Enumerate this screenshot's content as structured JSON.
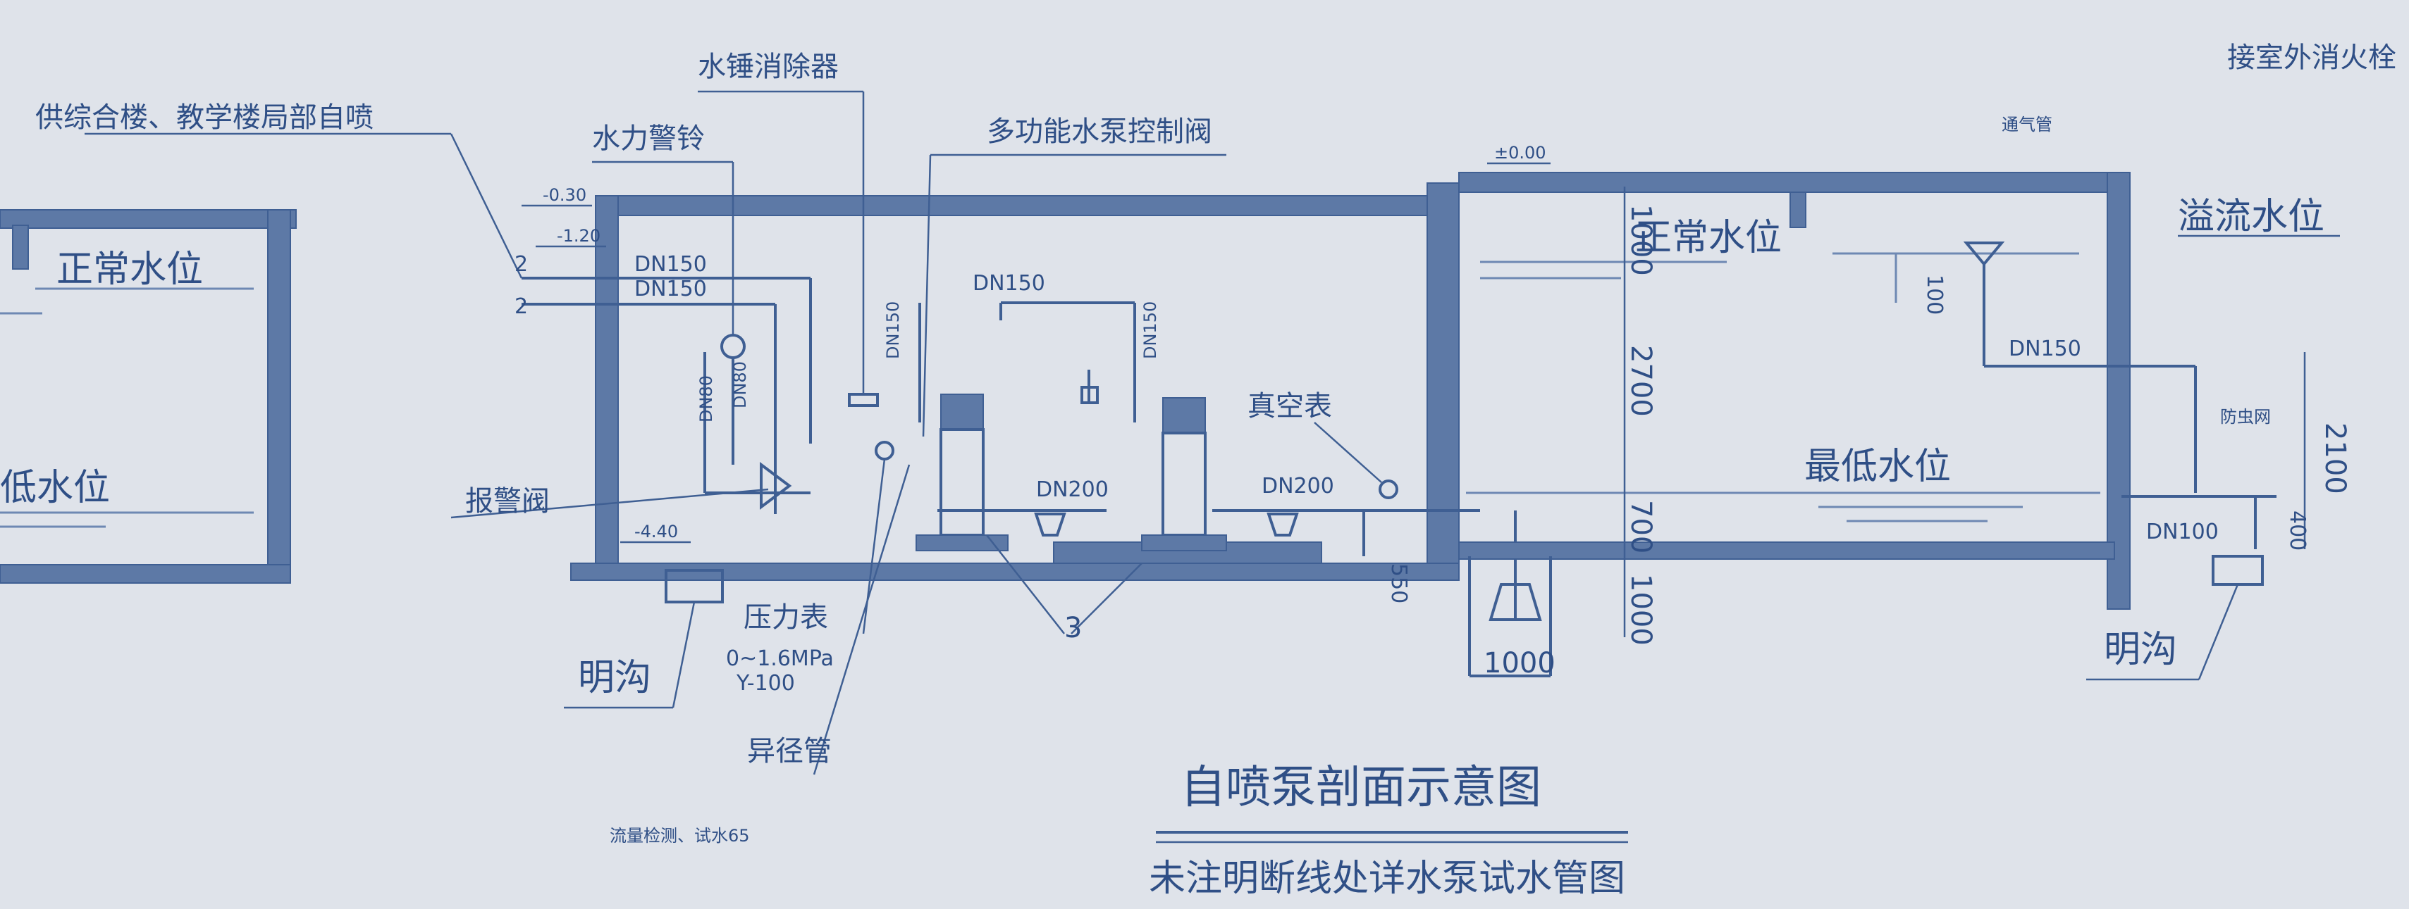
{
  "title": "自喷泵剖面示意图",
  "subtitle": "未注明断线处详水泵试水管图",
  "labels": {
    "supply_note": "供综合楼、教学楼局部自喷",
    "water_alarm_bell": "水力警铃",
    "water_hammer": "水锤消除器",
    "multi_valve": "多功能水泵控制阀",
    "alarm_valve": "报警阀",
    "pressure_gauge": "压力表",
    "pressure_range": "0~1.6MPa",
    "gauge_model": "Y-100",
    "reducer": "异径管",
    "vacuum_gauge": "真空表",
    "pump_number": "3",
    "ditch_left": "明沟",
    "ditch_right": "明沟",
    "flow_test": "流量检测、试水65",
    "normal_level_left": "正常水位",
    "low_level_left": "低水位",
    "normal_level_right": "正常水位",
    "low_level_right": "最低水位",
    "overflow_level": "溢流水位",
    "outdoor_hydrant": "接室外消火栓",
    "vent_pipe": "通气管",
    "insect_net": "防虫网"
  },
  "pipes": {
    "dn150_a": "DN150",
    "dn150_b": "DN150",
    "dn150_c": "DN150",
    "dn150_v1": "DN150",
    "dn150_v2": "DN150",
    "dn150_right": "DN150",
    "dn200_a": "DN200",
    "dn200_b": "DN200",
    "dn100": "DN100",
    "dn100_small": "100",
    "dn80_a": "DN80",
    "dn80_b": "DN80"
  },
  "elevations": {
    "e000": "±0.00",
    "e030": "-0.30",
    "e120": "-1.20",
    "e440": "-4.40"
  },
  "dimensions": {
    "d1000_top": "1000",
    "d2700": "2700",
    "d700": "700",
    "d1000_bottom": "1000",
    "d550": "550",
    "d1000_sump": "1000",
    "d2100": "2100",
    "d400": "400"
  },
  "marks": {
    "mark_2a": "2",
    "mark_2b": "2"
  },
  "colors": {
    "paper": "#dfe3ea",
    "ink": "#3f5f93",
    "wall": "#5d79a6"
  }
}
